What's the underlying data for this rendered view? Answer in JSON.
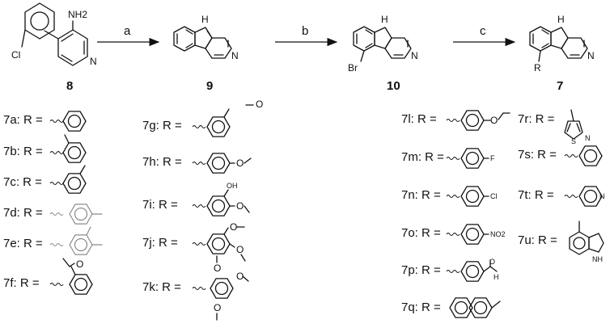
{
  "scheme": {
    "compounds": {
      "c8": "8",
      "c9": "9",
      "c10": "10",
      "c7": "7"
    },
    "atoms": {
      "nh2": "NH2",
      "cl": "Cl",
      "n": "N",
      "h": "H",
      "br": "Br",
      "r": "R",
      "f": "F",
      "no2": "NO2",
      "oh": "OH",
      "o": "O",
      "s": "S",
      "nh": "NH"
    },
    "arrows": [
      {
        "label": "a"
      },
      {
        "label": "b"
      },
      {
        "label": "c"
      }
    ]
  },
  "substituents": [
    {
      "id": "7a",
      "label": "7a: R ="
    },
    {
      "id": "7b",
      "label": "7b: R ="
    },
    {
      "id": "7c",
      "label": "7c: R ="
    },
    {
      "id": "7d",
      "label": "7d: R ="
    },
    {
      "id": "7e",
      "label": "7e: R ="
    },
    {
      "id": "7f",
      "label": "7f: R ="
    },
    {
      "id": "7g",
      "label": "7g: R ="
    },
    {
      "id": "7h",
      "label": "7h: R ="
    },
    {
      "id": "7i",
      "label": "7i: R ="
    },
    {
      "id": "7j",
      "label": "7j: R ="
    },
    {
      "id": "7k",
      "label": "7k: R ="
    },
    {
      "id": "7l",
      "label": "7l: R ="
    },
    {
      "id": "7m",
      "label": "7m: R ="
    },
    {
      "id": "7n",
      "label": "7n: R ="
    },
    {
      "id": "7o",
      "label": "7o: R ="
    },
    {
      "id": "7p",
      "label": "7p: R ="
    },
    {
      "id": "7q",
      "label": "7q: R ="
    },
    {
      "id": "7r",
      "label": "7r: R ="
    },
    {
      "id": "7s",
      "label": "7s: R ="
    },
    {
      "id": "7t",
      "label": "7t: R ="
    },
    {
      "id": "7u",
      "label": "7u: R ="
    }
  ]
}
